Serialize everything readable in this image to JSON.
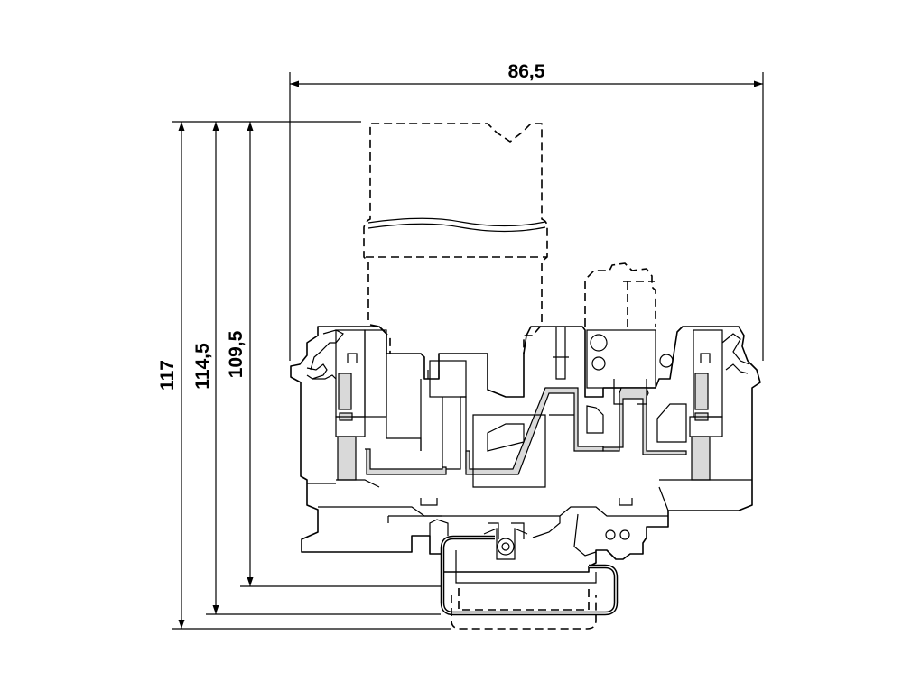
{
  "dimensions": {
    "width": "86,5",
    "height_total": "117",
    "height_mid": "114,5",
    "height_small": "109,5"
  },
  "colors": {
    "line": "#000000",
    "fill_grey": "#d9d9d9",
    "background": "#ffffff"
  }
}
